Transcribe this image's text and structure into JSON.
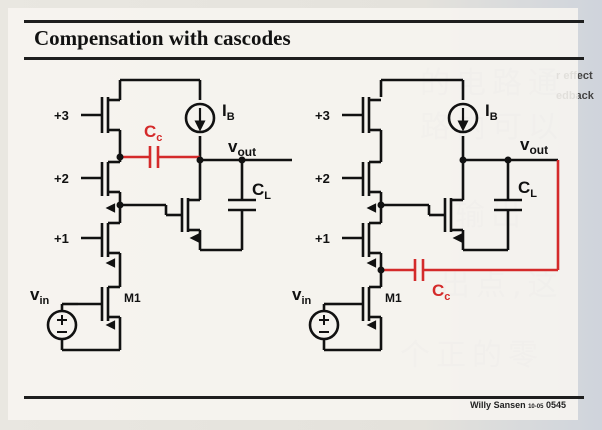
{
  "slide": {
    "title": "Compensation with cascodes",
    "footer_author": "Willy Sansen",
    "footer_date": "10-05",
    "footer_page": "0545"
  },
  "left_circuit": {
    "bias_top": "+3",
    "bias_mid": "+2",
    "bias_low": "+1",
    "current_source": "I",
    "current_source_sub": "B",
    "cap_comp": "C",
    "cap_comp_sub": "c",
    "output": "v",
    "output_sub": "out",
    "cap_load": "C",
    "cap_load_sub": "L",
    "input": "v",
    "input_sub": "in",
    "transistor": "M1"
  },
  "right_circuit": {
    "bias_top": "+3",
    "bias_mid": "+2",
    "bias_low": "+1",
    "current_source": "I",
    "current_source_sub": "B",
    "cap_comp": "C",
    "cap_comp_sub": "c",
    "output": "v",
    "output_sub": "out",
    "cap_load": "C",
    "cap_load_sub": "L",
    "input": "v",
    "input_sub": "in",
    "transistor": "M1"
  },
  "background_text": {
    "right_edge_1": "r effect",
    "right_edge_2": "edback"
  },
  "colors": {
    "wire": "#111111",
    "compensation": "#d42a2a"
  }
}
